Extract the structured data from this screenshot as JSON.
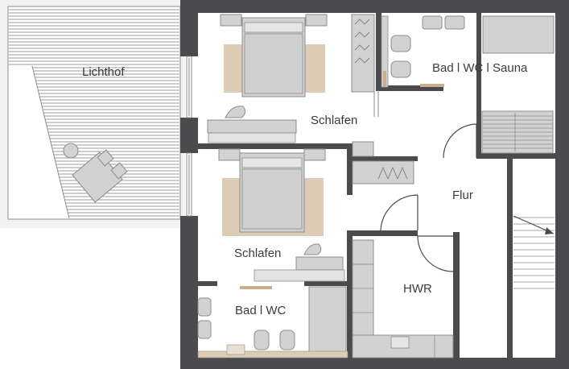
{
  "rooms": {
    "lichthof": "Lichthof",
    "schlafen_1": "Schlafen",
    "schlafen_2": "Schlafen",
    "bad_wc_sauna": "Bad l WC l Sauna",
    "flur": "Flur",
    "hwr": "HWR",
    "bad_wc": "Bad l WC"
  },
  "colors": {
    "wall": "#4b4b4d",
    "furniture": "#d2d2d3",
    "rug": "#ddccb5",
    "accent": "#c8b08e",
    "outline": "#8c8c8c",
    "courtyard": "#f2f2f2",
    "deck_line": "#7d7d7d"
  }
}
